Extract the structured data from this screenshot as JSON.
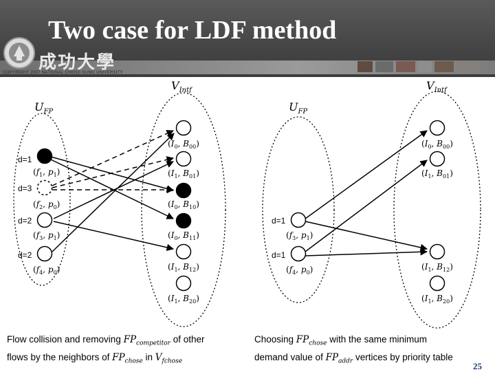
{
  "slide": {
    "title": "Two case for LDF method",
    "logo_text": "成功大學",
    "copyright": "COPYRIGHT 2007 NATIONAL CHENG KUNG UNIVERSITY",
    "page_number": "25"
  },
  "left_diagram": {
    "u_label": {
      "main": "U",
      "sub": "FP"
    },
    "v_label": {
      "main": "V",
      "sub": "Intf"
    },
    "u_nodes": [
      {
        "demand": "d=1",
        "f": "f",
        "fsub": "1",
        "p": "p",
        "psub": "1"
      },
      {
        "demand": "d=3",
        "f": "f",
        "fsub": "2",
        "p": "p",
        "psub": "0"
      },
      {
        "demand": "d=2",
        "f": "f",
        "fsub": "3",
        "p": "p",
        "psub": "1"
      },
      {
        "demand": "d=2",
        "f": "f",
        "fsub": "4",
        "p": "p",
        "psub": "0"
      }
    ],
    "v_nodes": [
      {
        "i": "I",
        "isub": "0",
        "b": "B",
        "bsub": "00"
      },
      {
        "i": "I",
        "isub": "1",
        "b": "B",
        "bsub": "01"
      },
      {
        "i": "I",
        "isub": "0",
        "b": "B",
        "bsub": "10"
      },
      {
        "i": "I",
        "isub": "0",
        "b": "B",
        "bsub": "11"
      },
      {
        "i": "I",
        "isub": "1",
        "b": "B",
        "bsub": "12"
      },
      {
        "i": "I",
        "isub": "1",
        "b": "B",
        "bsub": "20"
      }
    ]
  },
  "right_diagram": {
    "u_label": {
      "main": "U",
      "sub": "FP"
    },
    "v_label": {
      "main": "V",
      "sub": "Intf"
    },
    "u_nodes": [
      {
        "demand": "d=1",
        "f": "f",
        "fsub": "3",
        "p": "p",
        "psub": "1"
      },
      {
        "demand": "d=1",
        "f": "f",
        "fsub": "4",
        "p": "p",
        "psub": "0"
      }
    ],
    "v_nodes": [
      {
        "i": "I",
        "isub": "0",
        "b": "B",
        "bsub": "00"
      },
      {
        "i": "I",
        "isub": "1",
        "b": "B",
        "bsub": "01"
      },
      {
        "i": "I",
        "isub": "1",
        "b": "B",
        "bsub": "12"
      },
      {
        "i": "I",
        "isub": "1",
        "b": "B",
        "bsub": "20"
      }
    ]
  },
  "captions": {
    "left": {
      "line1_a": "Flow collision and removing ",
      "line1_var": "FP",
      "line1_sub": "competitor",
      "line1_b": " of other",
      "line2_a": "flows by the neighbors of ",
      "line2_var": "FP",
      "line2_sub": "chose",
      "line2_b": " in ",
      "line2_var2": "V",
      "line2_sub2": "fchose"
    },
    "right": {
      "line1_a": "Choosing ",
      "line1_var": "FP",
      "line1_sub": "chose",
      "line1_b": " with the same minimum",
      "line2_a": "demand value of ",
      "line2_var": "FP",
      "line2_sub": "addr",
      "line2_b": " vertices by priority table"
    }
  },
  "colors": {
    "banner": "#474747",
    "title": "#ffffff",
    "page_number": "#1f3b7a",
    "ink": "#000000"
  }
}
